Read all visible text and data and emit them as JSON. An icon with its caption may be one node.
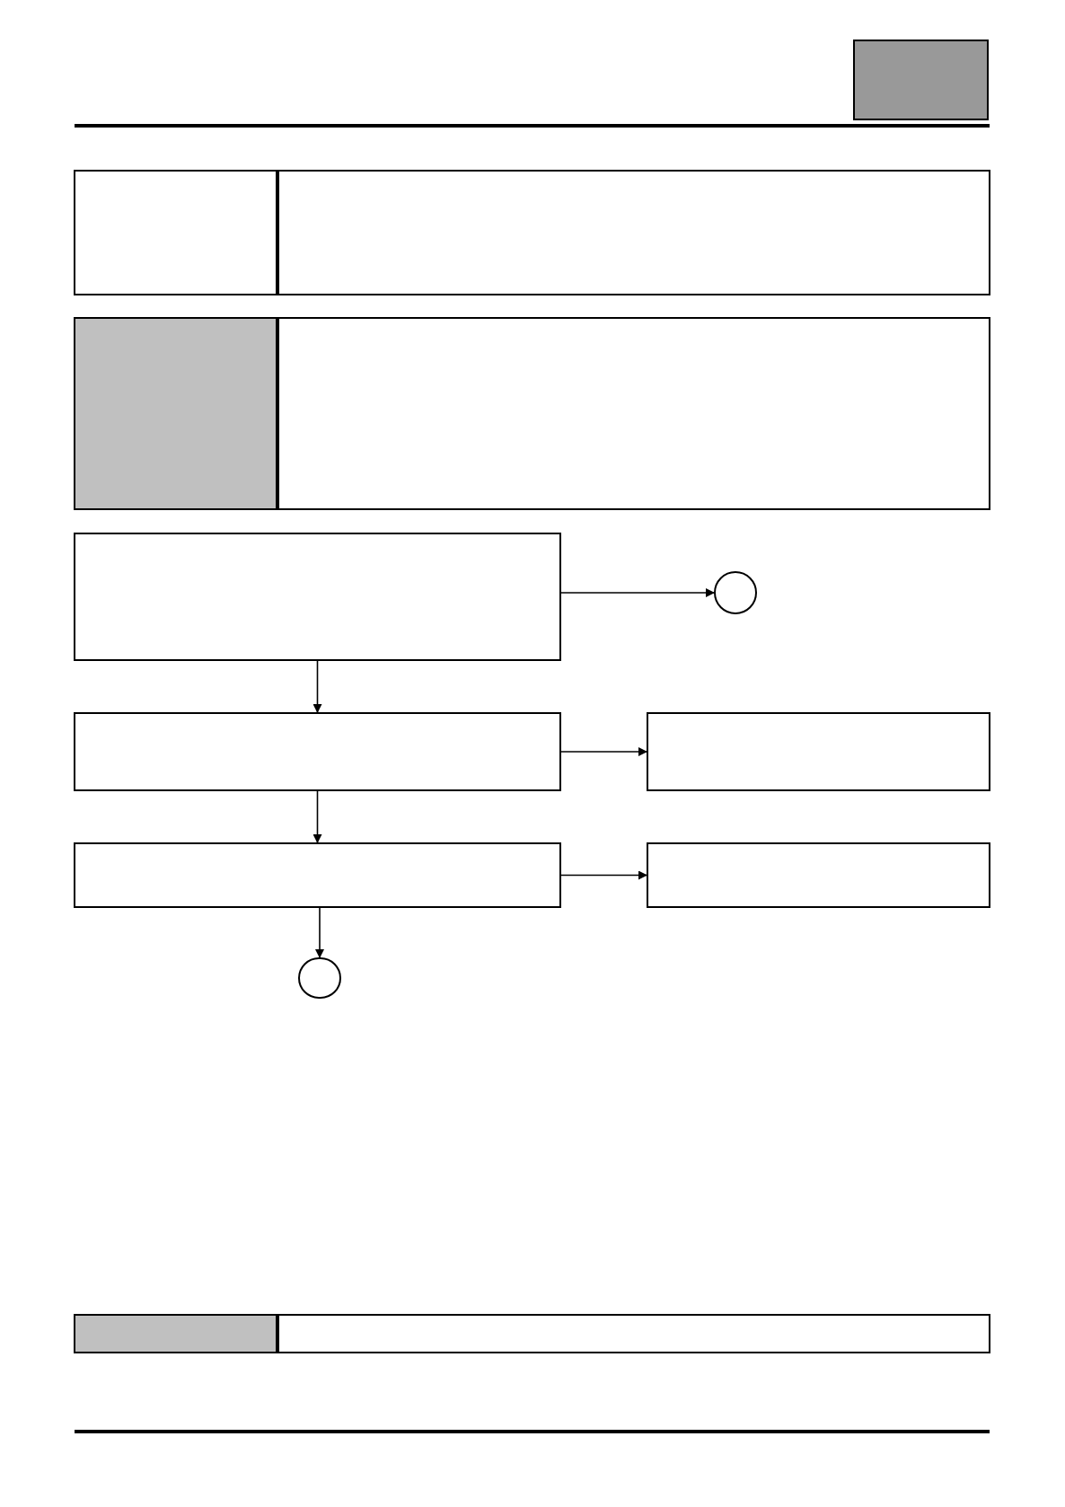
{
  "diagram": {
    "nodes": [
      {
        "text": [],
        "shape": "box"
      },
      {
        "text": [],
        "shape": "box"
      },
      {
        "text": [],
        "shape": "box"
      },
      {
        "text": [],
        "shape": "box"
      },
      {
        "text": [],
        "shape": "box"
      },
      {
        "text": [],
        "shape": "box"
      },
      {
        "text": [],
        "shape": "circle"
      },
      {
        "text": [],
        "shape": "box"
      },
      {
        "text": [],
        "shape": "box"
      },
      {
        "text": [],
        "shape": "box"
      },
      {
        "text": [],
        "shape": "box"
      },
      {
        "text": [],
        "shape": "circle"
      },
      {
        "text": [],
        "shape": "box"
      },
      {
        "text": [],
        "shape": "box"
      }
    ],
    "edges": [
      {
        "from": 5,
        "to": 6,
        "arrow": "to"
      },
      {
        "from": 5,
        "to": 7,
        "arrow": "to"
      },
      {
        "from": 7,
        "to": 8,
        "arrow": "to"
      },
      {
        "from": 7,
        "to": 9,
        "arrow": "to"
      },
      {
        "from": 9,
        "to": 10,
        "arrow": "to"
      },
      {
        "from": 9,
        "to": 11,
        "arrow": "to"
      }
    ]
  }
}
